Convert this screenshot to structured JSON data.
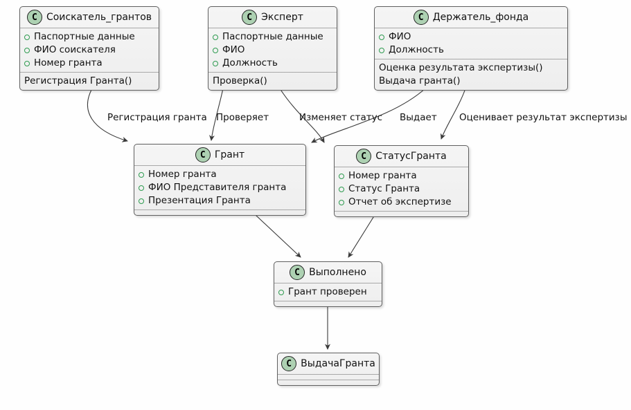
{
  "diagram_type": "uml-class-diagram",
  "class_letter": "C",
  "colors": {
    "background": "#fefefe",
    "class_fill": "#f2f2f2",
    "class_border": "#5f5f5f",
    "compartment_divider": "#a8a8a8",
    "class_icon_fill": "#add1b2",
    "class_icon_border": "#222222",
    "field_bullet_green": "#2d9b4f",
    "arrow": "#3a3a3a"
  },
  "classes": [
    {
      "name": "Соискатель_грантов",
      "attributes": [
        "Паспортные данные",
        "ФИО соискателя",
        "Номер гранта"
      ],
      "methods": [
        "Регистрация Гранта()"
      ]
    },
    {
      "name": "Эксперт",
      "attributes": [
        "Паспортные данные",
        "ФИО",
        "Должность"
      ],
      "methods": [
        "Проверка()"
      ]
    },
    {
      "name": "Держатель_фонда",
      "attributes": [
        "ФИО",
        "Должность"
      ],
      "methods": [
        "Оценка результата экспертизы()",
        "Выдача гранта()"
      ]
    },
    {
      "name": "Грант",
      "attributes": [
        "Номер гранта",
        "ФИО Представителя гранта",
        "Презентация Гранта"
      ],
      "methods": []
    },
    {
      "name": "СтатусГранта",
      "attributes": [
        "Номер гранта",
        "Статус Гранта",
        "Отчет об экспертизе"
      ],
      "methods": []
    },
    {
      "name": "Выполнено",
      "attributes": [
        "Грант проверен"
      ],
      "methods": []
    },
    {
      "name": "ВыдачаГранта",
      "attributes": [],
      "methods": []
    }
  ],
  "edges": [
    {
      "from": "Соискатель_грантов",
      "to": "Грант",
      "label": "Регистрация гранта"
    },
    {
      "from": "Эксперт",
      "to": "Грант",
      "label": "Проверяет"
    },
    {
      "from": "Эксперт",
      "to": "СтатусГранта",
      "label": "Изменяет статус"
    },
    {
      "from": "Держатель_фонда",
      "to": "Грант",
      "label": "Выдает"
    },
    {
      "from": "Держатель_фонда",
      "to": "СтатусГранта",
      "label": "Оценивает результат экспертизы"
    },
    {
      "from": "Грант",
      "to": "Выполнено",
      "label": ""
    },
    {
      "from": "СтатусГранта",
      "to": "Выполнено",
      "label": ""
    },
    {
      "from": "Выполнено",
      "to": "ВыдачаГранта",
      "label": ""
    }
  ]
}
